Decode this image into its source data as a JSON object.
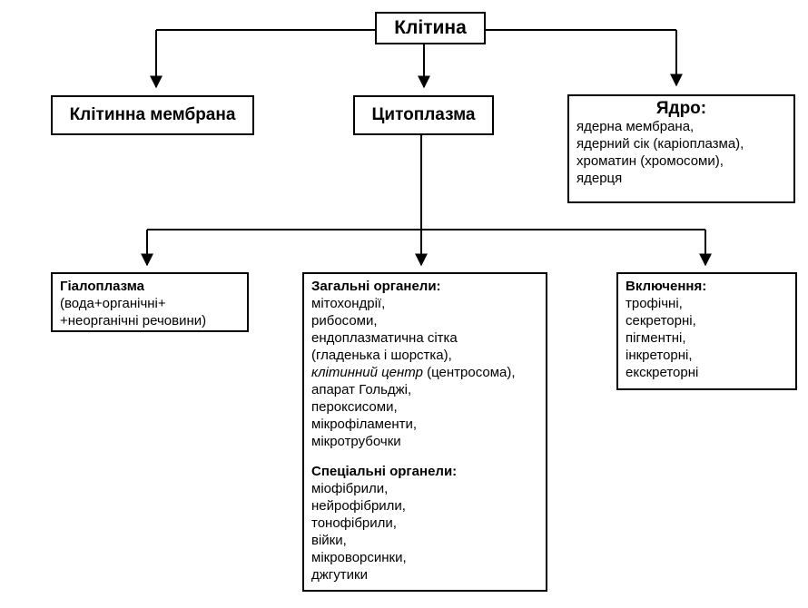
{
  "root": {
    "label": "Клітина"
  },
  "level1": {
    "membrane": "Клітинна мембрана",
    "cytoplasm": "Цитоплазма",
    "nucleus": {
      "title": "Ядро:",
      "items": [
        "ядерна мембрана,",
        "ядерний сік (каріоплазма),",
        "хроматин (хромосоми),",
        "ядерця"
      ]
    }
  },
  "level2": {
    "hyaloplasm": {
      "title": "Гіалоплазма",
      "lines": [
        "(вода+органічні+",
        "+неорганічні речовини)"
      ]
    },
    "organelles": {
      "general_title": "Загальні органели:",
      "general_items": [
        "мітохондрії,",
        "рибосоми,",
        "ендоплазматична сітка",
        "(гладенька і шорстка),",
        "клітинний центр",
        "апарат Гольджі,",
        "пероксисоми,",
        "мікрофіламенти,",
        "мікротрубочки"
      ],
      "centrosome_note": " (центросома),",
      "special_title": "Спеціальні органели:",
      "special_items": [
        "міофібрили,",
        "нейрофібрили,",
        "тонофібрили,",
        "війки,",
        "мікроворсинки,",
        "джгутики"
      ]
    },
    "inclusions": {
      "title": "Включення:",
      "items": [
        "трофічні,",
        "секреторні,",
        "пігментні,",
        "інкреторні,",
        "екскреторні"
      ]
    }
  }
}
